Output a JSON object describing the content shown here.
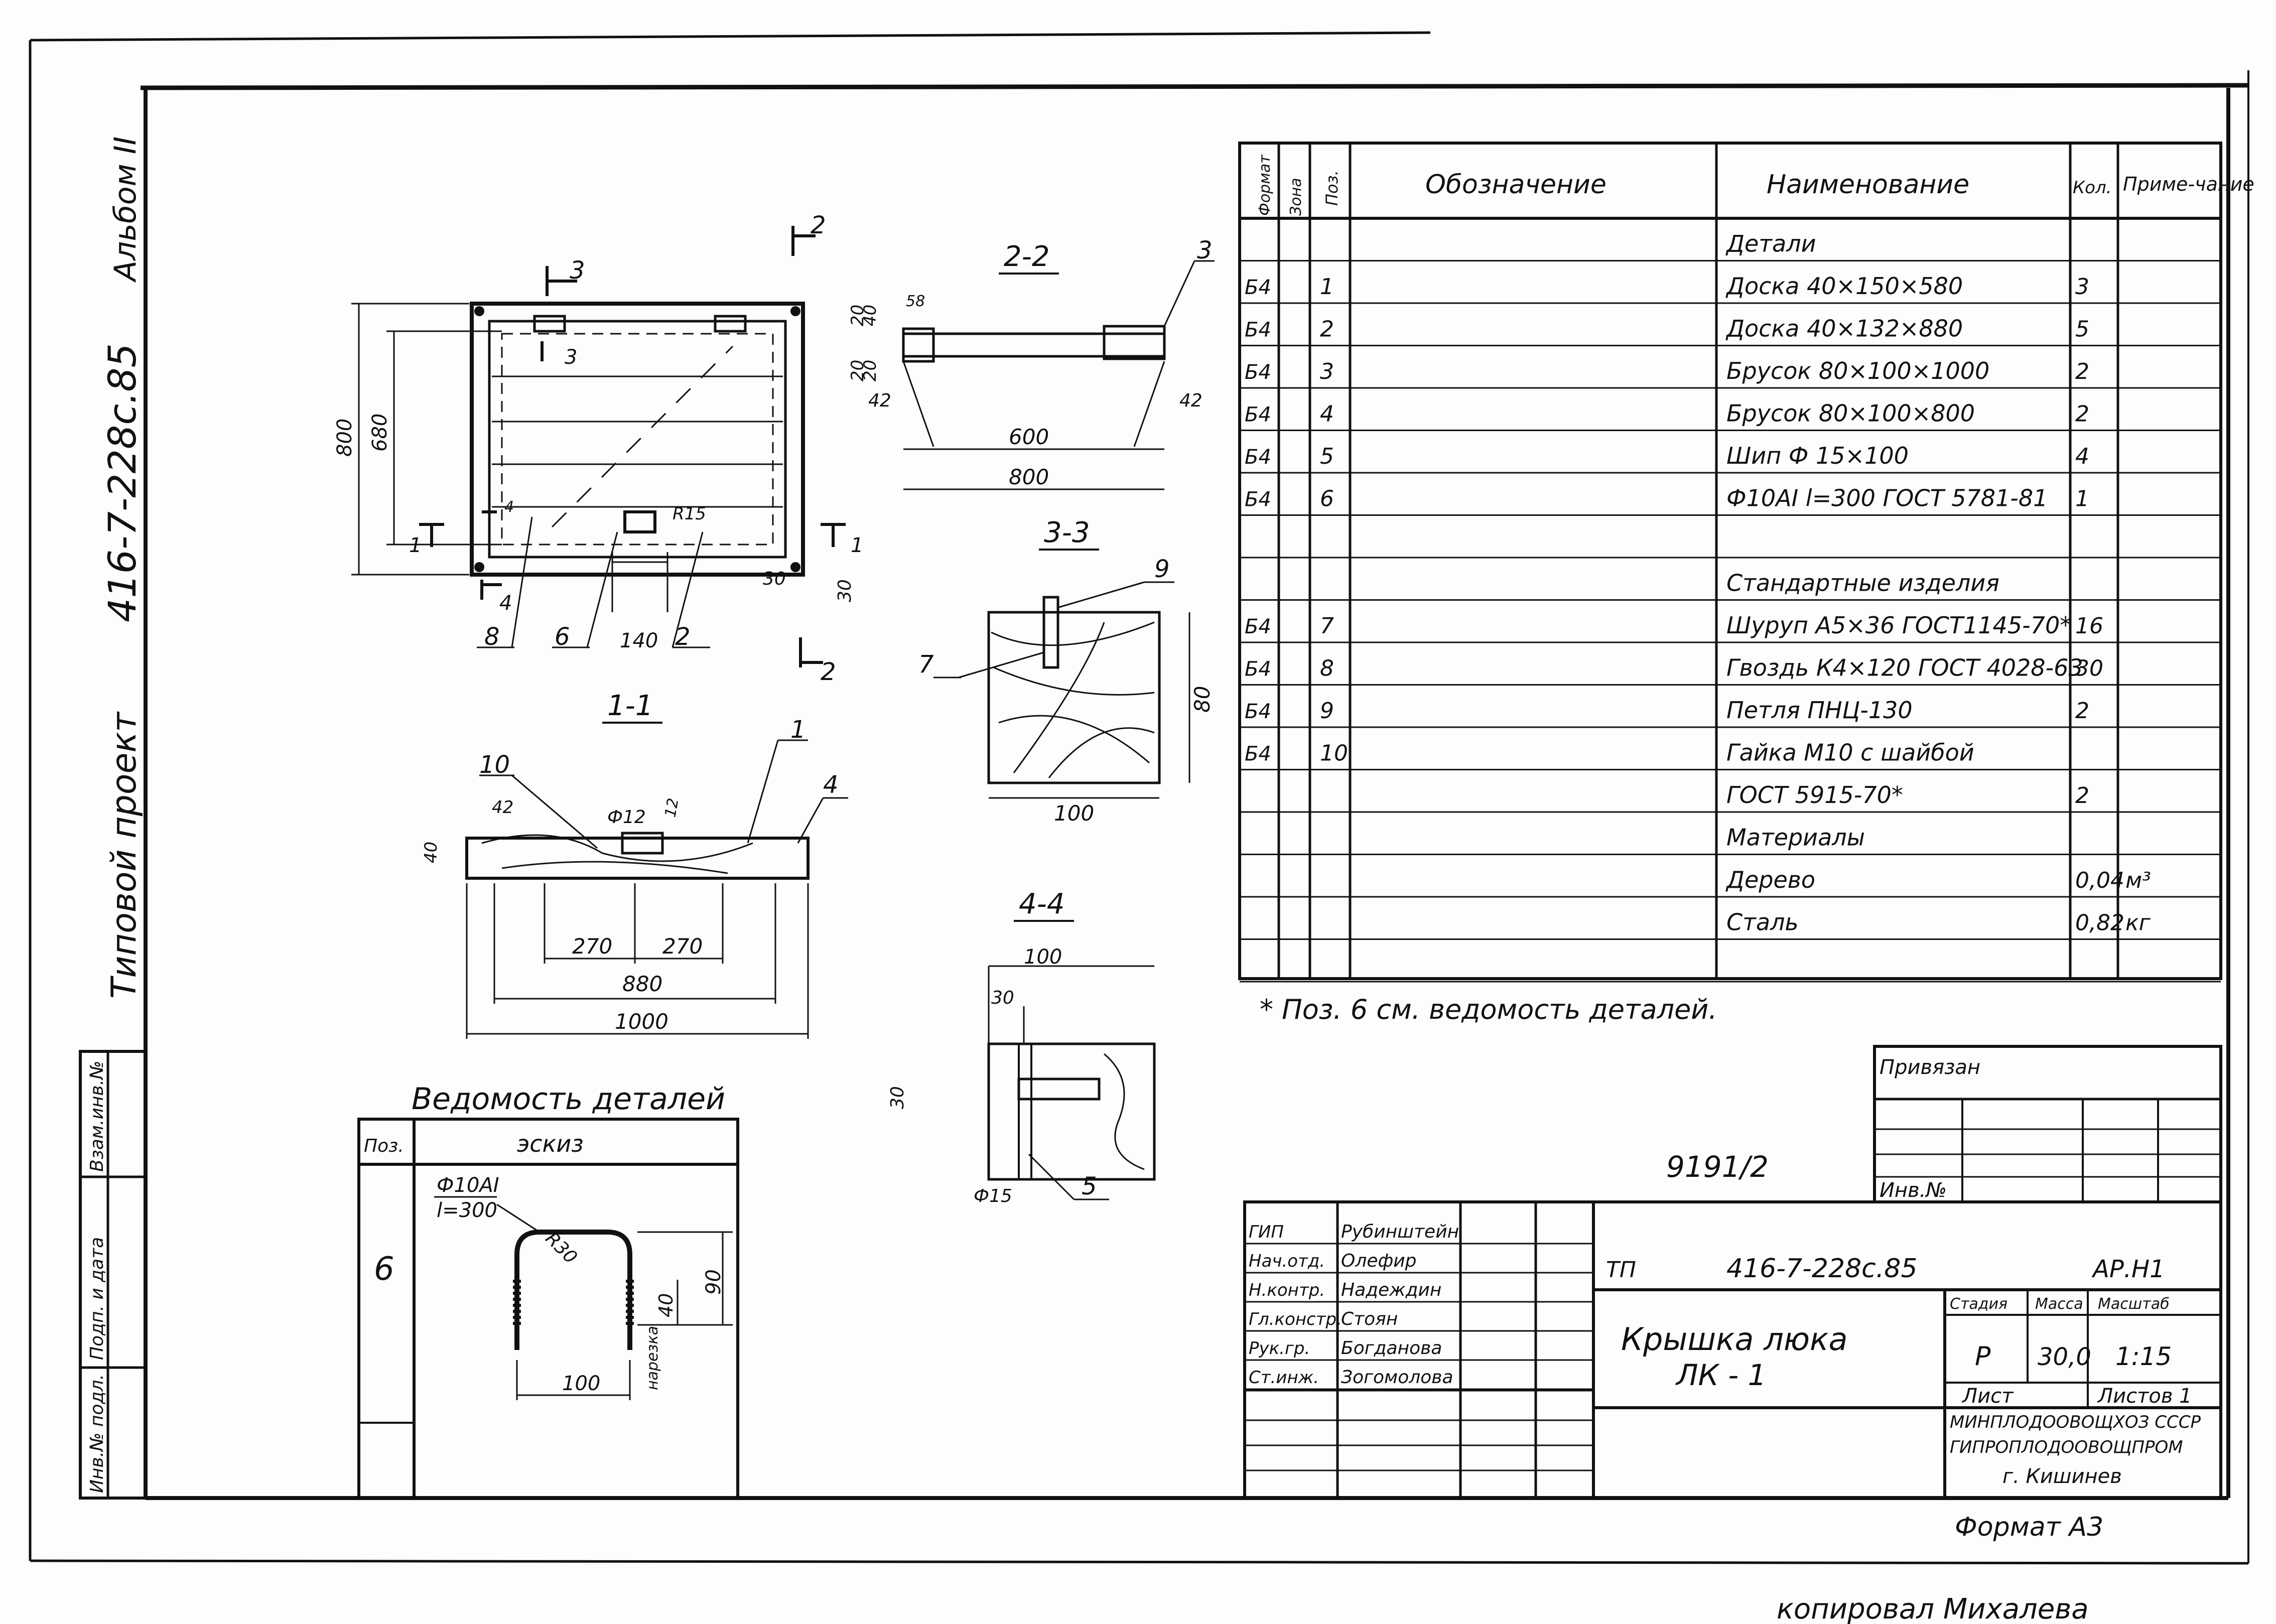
{
  "album": "Альбом II",
  "project_code_side": "416-7-228с.85",
  "project_type": "Типовой проект",
  "side_stamp": [
    "Инв.№ подл.",
    "Подп. и дата",
    "Взам.инв.№"
  ],
  "drawing": {
    "dims_plan": [
      "800",
      "680",
      "140",
      "30",
      "30",
      "R15"
    ],
    "dims_22": [
      "20",
      "40",
      "58",
      "20",
      "20",
      "42",
      "42",
      "600",
      "800"
    ],
    "dims_11": [
      "42",
      "Ф12",
      "12",
      "40",
      "270",
      "270",
      "880",
      "1000"
    ],
    "dims_33": [
      "80",
      "100"
    ],
    "dims_44": [
      "100",
      "30",
      "30",
      "Ф15"
    ],
    "section_labels": [
      "1-1",
      "2-2",
      "3-3",
      "4-4"
    ],
    "cut_marks": [
      "1",
      "1",
      "2",
      "2",
      "3",
      "3",
      "4",
      "4"
    ],
    "callouts": [
      "1",
      "2",
      "3",
      "4",
      "5",
      "6",
      "7",
      "8",
      "9",
      "10"
    ]
  },
  "spec_table": {
    "headers": [
      "Формат",
      "Зона",
      "Поз.",
      "Обозначение",
      "Наименование",
      "Кол.",
      "Приме-чание"
    ],
    "rows": [
      {
        "fmt": "",
        "pos": "",
        "name": "Детали",
        "qty": "",
        "note": ""
      },
      {
        "fmt": "Б4",
        "pos": "1",
        "name": "Доска 40×150×580",
        "qty": "3",
        "note": ""
      },
      {
        "fmt": "Б4",
        "pos": "2",
        "name": "Доска 40×132×880",
        "qty": "5",
        "note": ""
      },
      {
        "fmt": "Б4",
        "pos": "3",
        "name": "Брусок 80×100×1000",
        "qty": "2",
        "note": ""
      },
      {
        "fmt": "Б4",
        "pos": "4",
        "name": "Брусок 80×100×800",
        "qty": "2",
        "note": ""
      },
      {
        "fmt": "Б4",
        "pos": "5",
        "name": "Шип Ф 15×100",
        "qty": "4",
        "note": ""
      },
      {
        "fmt": "Б4",
        "pos": "6",
        "name": "Ф10АI l=300 ГОСТ 5781-81",
        "qty": "1",
        "note": ""
      },
      {
        "fmt": "",
        "pos": "",
        "name": "",
        "qty": "",
        "note": ""
      },
      {
        "fmt": "",
        "pos": "",
        "name": "Стандартные изделия",
        "qty": "",
        "note": ""
      },
      {
        "fmt": "Б4",
        "pos": "7",
        "name": "Шуруп А5×36 ГОСТ1145-70*",
        "qty": "16",
        "note": ""
      },
      {
        "fmt": "Б4",
        "pos": "8",
        "name": "Гвоздь К4×120 ГОСТ 4028-63",
        "qty": "30",
        "note": ""
      },
      {
        "fmt": "Б4",
        "pos": "9",
        "name": "Петля ПНЦ-130",
        "qty": "2",
        "note": ""
      },
      {
        "fmt": "Б4",
        "pos": "10",
        "name": "Гайка М10 с шайбой",
        "qty": "",
        "note": ""
      },
      {
        "fmt": "",
        "pos": "",
        "name": "ГОСТ 5915-70*",
        "qty": "2",
        "note": ""
      },
      {
        "fmt": "",
        "pos": "",
        "name": "Материалы",
        "qty": "",
        "note": ""
      },
      {
        "fmt": "",
        "pos": "",
        "name": "Дерево",
        "qty": "0,04",
        "note": "м³"
      },
      {
        "fmt": "",
        "pos": "",
        "name": "Сталь",
        "qty": "0,82",
        "note": "кг"
      },
      {
        "fmt": "",
        "pos": "",
        "name": "",
        "qty": "",
        "note": ""
      }
    ]
  },
  "footnote": "* Поз. 6  см. ведомость деталей.",
  "details_table": {
    "title": "Ведомость деталей",
    "header_pos": "Поз.",
    "header_sketch": "эскиз",
    "pos": "6",
    "sketch_labels": [
      "Ф10АI",
      "l=300",
      "R30",
      "90",
      "40",
      "нарезка",
      "100"
    ]
  },
  "privyazan": "Привязан",
  "inv_no": "Инв.№",
  "reg_number": "9191/2",
  "title_block": {
    "roles": [
      "ГИП",
      "Нач.отд.",
      "Н.контр.",
      "Гл.констр.",
      "Рук.гр.",
      "Ст.инж."
    ],
    "names": [
      "Рубинштейн",
      "Олефир",
      "Надеждин",
      "Стоян",
      "Богданова",
      "Зогомолова"
    ],
    "doc_prefix": "ТП",
    "doc_code": "416-7-228с.85",
    "sheet_mark": "АР.Н1",
    "title_line1": "Крышка люка",
    "title_line2": "ЛК - 1",
    "stage_label": "Стадия",
    "mass_label": "Масса",
    "scale_label": "Масштаб",
    "stage": "Р",
    "mass": "30,0",
    "scale": "1:15",
    "sheet_label": "Лист",
    "sheets_label": "Листов 1",
    "org_line1": "МИНПЛОДООВОЩХОЗ СССР",
    "org_line2": "ГИПРОПЛОДООВОЩПРОМ",
    "org_line3": "г. Кишинев",
    "format": "Формат А3"
  },
  "bottom_note": "копировал  Михалева"
}
